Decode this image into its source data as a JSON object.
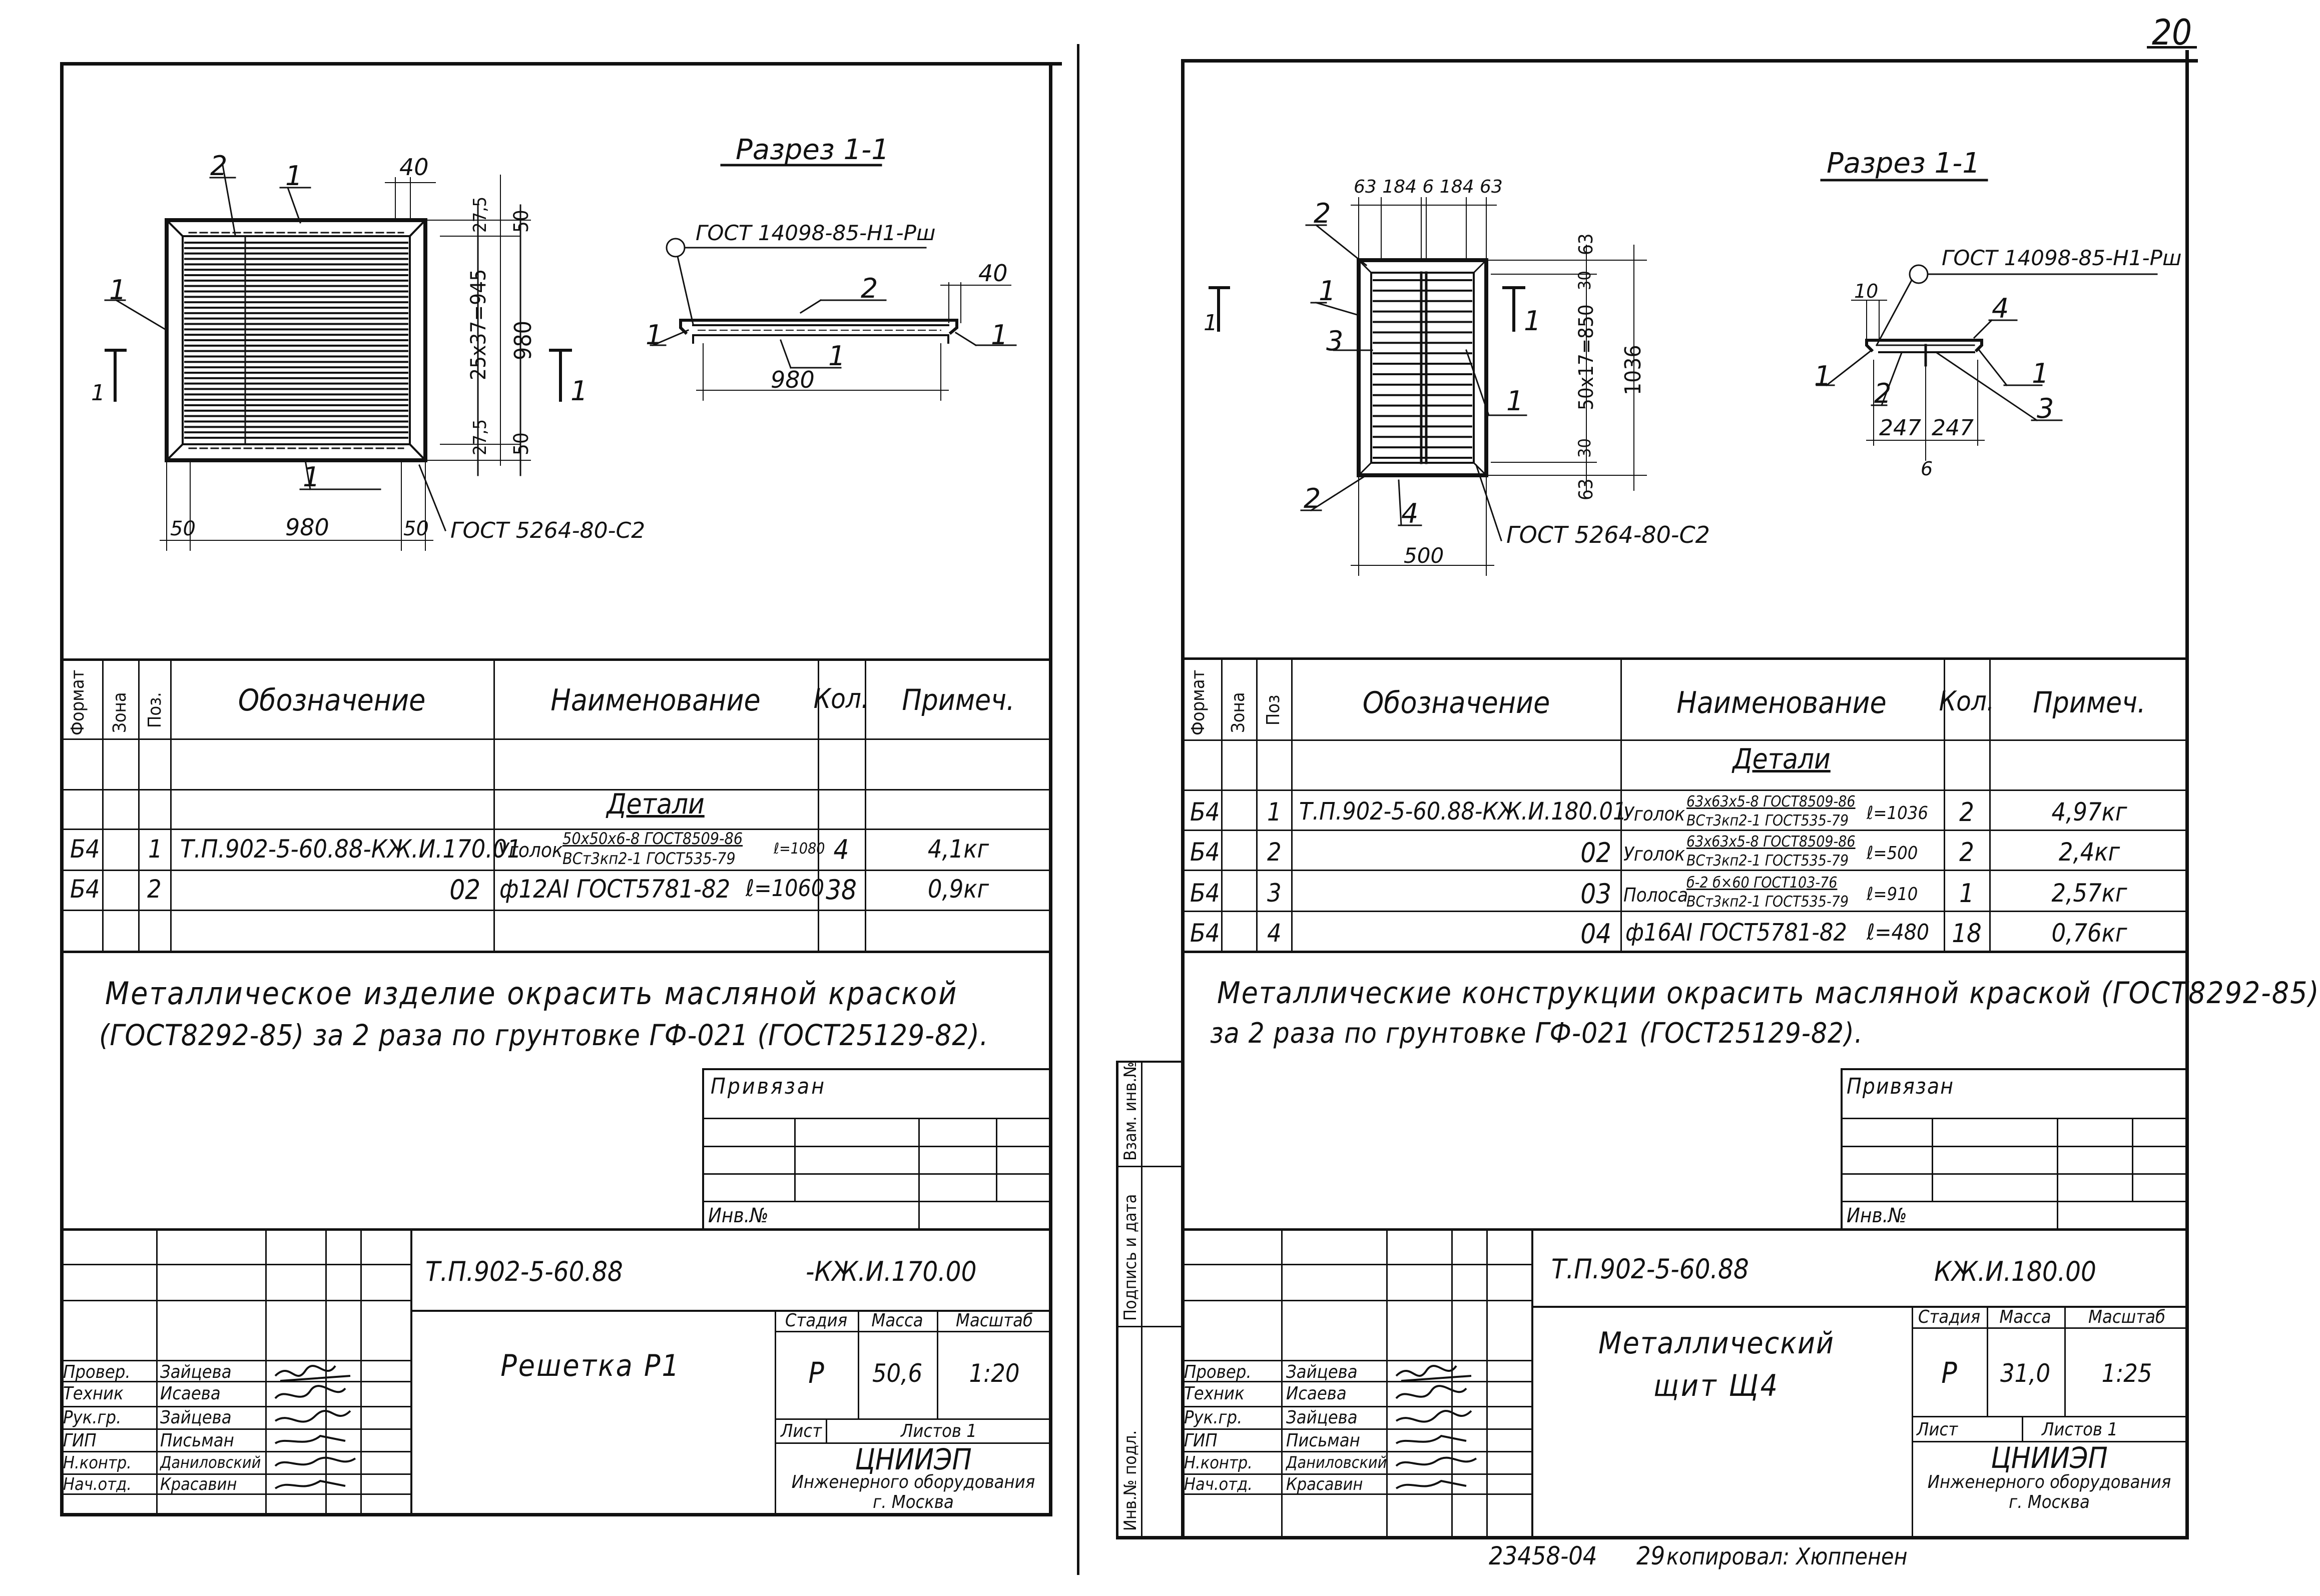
{
  "left": {
    "section_title": "Разрез 1-1",
    "dims": {
      "top40": "40",
      "r_275a": "27,5",
      "r_275b": "27,5",
      "r_50a": "50",
      "r_50b": "50",
      "r_945": "25х37=945",
      "r_980": "980",
      "b_50a": "50",
      "b_980": "980",
      "b_50b": "50",
      "s_40": "40",
      "s_980": "980"
    },
    "callouts": {
      "c2_top": "2",
      "c1_top": "1",
      "c1_left": "1",
      "c1_bottom": "1",
      "s2": "2",
      "s1_left": "1",
      "s1_bottom": "1",
      "s1_right": "1"
    },
    "section_mark": "1",
    "gost_weld_plan": "ГОСТ 5264-80-С2",
    "gost_weld_sec": "ГОСТ 14098-85-Н1-Рш",
    "table": {
      "headers": {
        "format": "Формат",
        "zone": "Зона",
        "pos": "Поз.",
        "designation": "Обозначение",
        "name": "Наименование",
        "qty": "Кол.",
        "note": "Примеч."
      },
      "group_title": "Детали",
      "rows": [
        {
          "format": "Б4",
          "pos": "1",
          "designation": "Т.П.902-5-60.88-КЖ.И.170.01",
          "name": "Уголок",
          "name_num": "50х50х6-8 ГОСТ8509-86",
          "name_den": "ВСт3кп2-1 ГОСТ535-79",
          "name_len": "ℓ=1080",
          "qty": "4",
          "note": "4,1кг"
        },
        {
          "format": "Б4",
          "pos": "2",
          "designation": "02",
          "name": "ф12АI ГОСТ5781-82",
          "name_len": "ℓ=1060",
          "qty": "38",
          "note": "0,9кг"
        }
      ]
    },
    "note_line1": "Металлическое изделие окрасить масляной краской",
    "note_line2": "(ГОСТ8292-85) за 2 раза по грунтовке ГФ-021 (ГОСТ25129-82).",
    "privyazan": "Привязан",
    "inv": "Инв.№",
    "tb": {
      "code_prefix": "Т.П.902-5-60.88",
      "code_suffix": "-КЖ.И.170.00",
      "product": "Решетка Р1",
      "stage_h": "Стадия",
      "mass_h": "Масса",
      "scale_h": "Масштаб",
      "stage": "Р",
      "mass": "50,6",
      "scale": "1:20",
      "sheet_h": "Лист",
      "sheets_h": "Листов 1",
      "org1": "ЦНИИЭП",
      "org2": "Инженерного оборудования",
      "org3": "г. Москва",
      "roles": [
        "Провер.",
        "Техник",
        "Рук.гр.",
        "ГИП",
        "Н.контр.",
        "Нач.отд."
      ],
      "names": [
        "Зайцева",
        "Исаева",
        "Зайцева",
        "Письман",
        "Даниловский",
        "Красавин"
      ]
    }
  },
  "right": {
    "section_title": "Разрез 1-1",
    "dims": {
      "top": "63  184 6 184  63",
      "r63a": "63",
      "r30a": "30",
      "r850": "50х17=850",
      "r1036": "1036",
      "r30b": "30",
      "r63b": "63",
      "b500": "500",
      "s10": "10",
      "s247a": "247",
      "s247b": "247",
      "s6": "6"
    },
    "callouts": {
      "c2a": "2",
      "c1a": "1",
      "c3": "3",
      "c1b": "1",
      "c2b": "2",
      "c4": "4",
      "s4": "4",
      "s1_left": "1",
      "s2": "2",
      "s3": "3",
      "s1_right": "1"
    },
    "section_mark": "1",
    "gost_weld_plan": "ГОСТ 5264-80-С2",
    "gost_weld_sec": "ГОСТ 14098-85-Н1-Рш",
    "table": {
      "headers": {
        "format": "Формат",
        "zone": "Зона",
        "pos": "Поз",
        "designation": "Обозначение",
        "name": "Наименование",
        "qty": "Кол.",
        "note": "Примеч."
      },
      "group_title": "Детали",
      "rows": [
        {
          "format": "Б4",
          "pos": "1",
          "designation": "Т.П.902-5-60.88-КЖ.И.180.01",
          "name": "Уголок",
          "name_num": "63х63х5-8 ГОСТ8509-86",
          "name_den": "ВСт3кп2-1 ГОСТ535-79",
          "name_len": "ℓ=1036",
          "qty": "2",
          "note": "4,97кг"
        },
        {
          "format": "Б4",
          "pos": "2",
          "designation": "02",
          "name": "Уголок",
          "name_num": "63х63х5-8 ГОСТ8509-86",
          "name_den": "ВСт3кп2-1 ГОСТ535-79",
          "name_len": "ℓ=500",
          "qty": "2",
          "note": "2,4кг"
        },
        {
          "format": "Б4",
          "pos": "3",
          "designation": "03",
          "name": "Полоса",
          "name_num": "б-2 б×60 ГОСТ103-76",
          "name_den": "ВСт3кп2-1 ГОСТ535-79",
          "name_len": "ℓ=910",
          "qty": "1",
          "note": "2,57кг"
        },
        {
          "format": "Б4",
          "pos": "4",
          "designation": "04",
          "name": "ф16АI ГОСТ5781-82",
          "name_len": "ℓ=480",
          "qty": "18",
          "note": "0,76кг"
        }
      ]
    },
    "note_line1": "Металлические конструкции окрасить масляной краской (ГОСТ8292-85)",
    "note_line2": "за 2 раза по грунтовке ГФ-021 (ГОСТ25129-82).",
    "privyazan": "Привязан",
    "inv": "Инв.№",
    "side_stamp": [
      "Инв.№ подл.",
      "Подпись и дата",
      "Взам. инв.№"
    ],
    "tb": {
      "code_prefix": "Т.П.902-5-60.88",
      "code_suffix": "КЖ.И.180.00",
      "product1": "Металлический",
      "product2": "щит Щ4",
      "stage_h": "Стадия",
      "mass_h": "Масса",
      "scale_h": "Масштаб",
      "stage": "Р",
      "mass": "31,0",
      "scale": "1:25",
      "sheet_h": "Лист",
      "sheets_h": "Листов 1",
      "org1": "ЦНИИЭП",
      "org2": "Инженерного оборудования",
      "org3": "г. Москва",
      "roles": [
        "Провер.",
        "Техник",
        "Рук.гр.",
        "ГИП",
        "Н.контр.",
        "Нач.отд."
      ],
      "names": [
        "Зайцева",
        "Исаева",
        "Зайцева",
        "Письман",
        "Даниловский",
        "Красавин"
      ]
    }
  },
  "footer": {
    "code": "23458-04",
    "num": "29",
    "copied": "копировал: Хюппенен"
  },
  "page_no": "20"
}
